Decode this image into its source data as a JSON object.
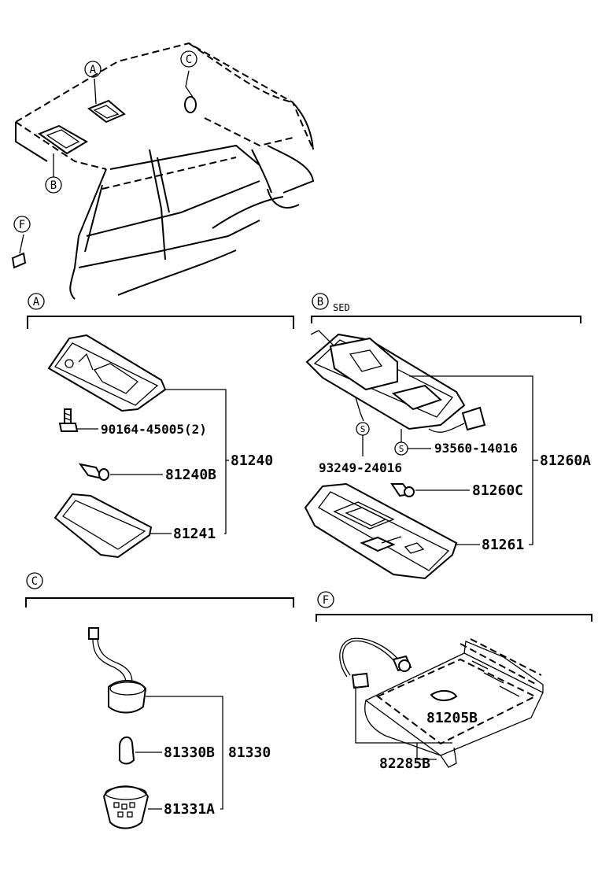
{
  "callouts": {
    "overview": {
      "a": "A",
      "b": "B",
      "c": "C",
      "f": "F"
    },
    "section_a": "A",
    "section_b": "B",
    "section_b_suffix": "SED",
    "section_c": "C",
    "section_f": "F",
    "s_marker": "S"
  },
  "parts": {
    "a_screw": "90164-45005(2)",
    "a_bulb": "81240B",
    "a_assy": "81240",
    "a_lens": "81241",
    "b_screw_1": "93249-24016",
    "b_screw_2": "93560-14016",
    "b_bulb": "81260C",
    "b_lens": "81261",
    "b_assy": "81260A",
    "c_bulb": "81330B",
    "c_assy": "81330",
    "c_socket": "81331A",
    "f_lamp": "81205B",
    "f_wire": "82285B"
  }
}
